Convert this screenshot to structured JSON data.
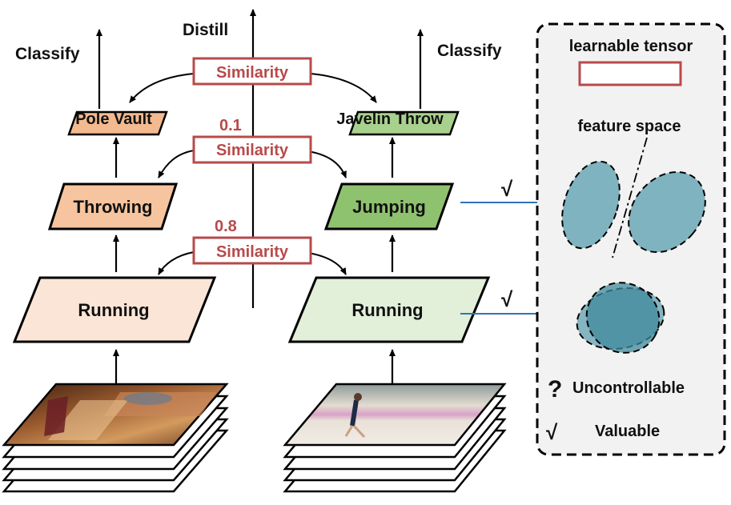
{
  "labels": {
    "classify_left": "Classify",
    "classify_right": "Classify",
    "distill": "Distill",
    "similarity_top": "Similarity",
    "similarity_mid": "Similarity",
    "similarity_low": "Similarity",
    "score_mid": "0.1",
    "score_low": "0.8",
    "pole_vault": "Pole Vault",
    "javelin_throw": "Javelin Throw",
    "throwing": "Throwing",
    "jumping": "Jumping",
    "running_left": "Running",
    "running_right": "Running"
  },
  "side_panel": {
    "learnable_tensor": "learnable tensor",
    "feature_space": "feature space",
    "check_upper": "√",
    "check_lower": "√",
    "question_mark": "?",
    "uncontrollable": "Uncontrollable",
    "check_valuable": "√",
    "valuable": "Valuable"
  },
  "colors": {
    "accent_red": "#b84a4a",
    "left_top": "#f3b98f",
    "left_mid": "#f6c49e",
    "left_low": "#fbe5d6",
    "right_top": "#a9d18e",
    "right_mid": "#8fc26f",
    "right_low": "#e2efd9",
    "arrow_blue": "#2e75b6",
    "panel_bg": "#f2f2f2",
    "ellipse_light": "#7fb3c0",
    "ellipse_dark": "#3f8a9c"
  }
}
